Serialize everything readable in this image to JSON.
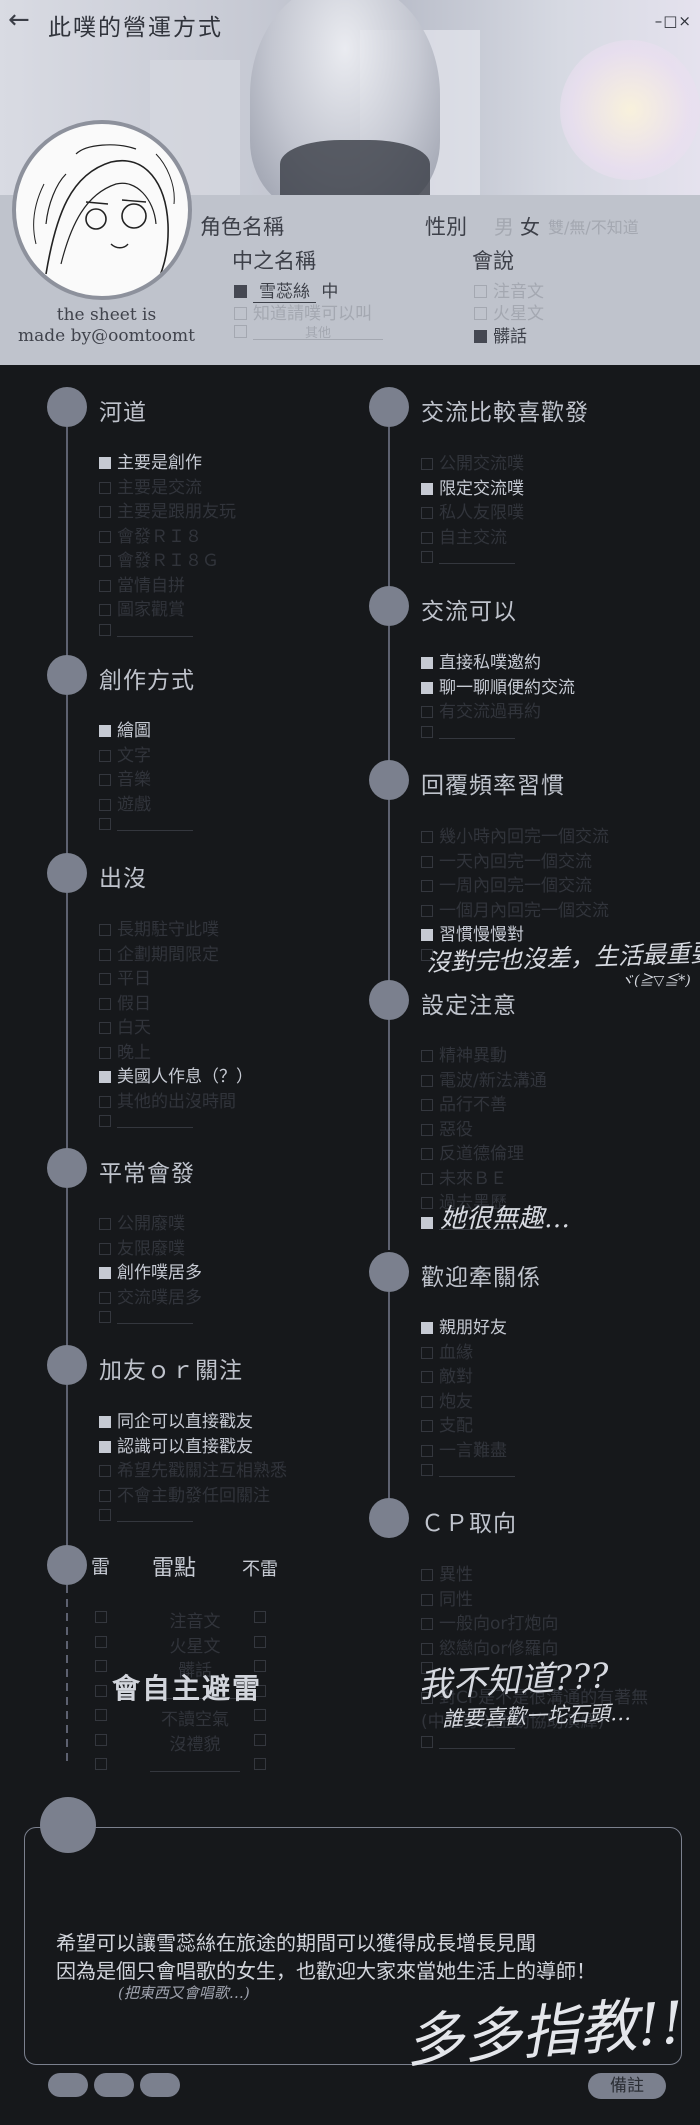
{
  "window": {
    "title": "此噗的營運方式",
    "back_icon": "←",
    "controls": "–□×"
  },
  "credit": {
    "line1": "the sheet is",
    "line2": "made by@oomtoomt"
  },
  "profile": {
    "char_name_label": "角色名稱",
    "chinese_name_label": "中之名稱",
    "chinese_name_value": "雪蕊絲",
    "chinese_name_suffix": "中",
    "hide_name": "知道請噗可以叫",
    "other_line": "其他",
    "gender_label": "性別",
    "gender_options": [
      "男",
      "女",
      "雙/無/不知道"
    ],
    "gender_selected": "女",
    "speak_label": "會說",
    "speak_options": [
      {
        "label": "注音文",
        "checked": false
      },
      {
        "label": "火星文",
        "checked": false
      },
      {
        "label": "髒話",
        "checked": true
      }
    ]
  },
  "sections_left": [
    {
      "title": "河道",
      "items": [
        {
          "label": "主要是創作",
          "checked": true
        },
        {
          "label": "主要是交流",
          "checked": false
        },
        {
          "label": "主要是跟朋友玩",
          "checked": false
        },
        {
          "label": "會發ＲＩ８",
          "checked": false
        },
        {
          "label": "會發ＲＩ８Ｇ",
          "checked": false
        },
        {
          "label": "當情自拼",
          "checked": false
        },
        {
          "label": "圖家觀賞",
          "checked": false
        },
        {
          "label": "",
          "checked": false,
          "blank": true
        }
      ]
    },
    {
      "title": "創作方式",
      "items": [
        {
          "label": "繪圖",
          "checked": true
        },
        {
          "label": "文字",
          "checked": false
        },
        {
          "label": "音樂",
          "checked": false
        },
        {
          "label": "遊戲",
          "checked": false
        },
        {
          "label": "",
          "checked": false,
          "blank": true
        }
      ]
    },
    {
      "title": "出沒",
      "items": [
        {
          "label": "長期駐守此噗",
          "checked": false
        },
        {
          "label": "企劃期間限定",
          "checked": false
        },
        {
          "label": "平日",
          "checked": false
        },
        {
          "label": "假日",
          "checked": false
        },
        {
          "label": "白天",
          "checked": false
        },
        {
          "label": "晚上",
          "checked": false
        },
        {
          "label": "美國人作息（？）",
          "checked": true
        },
        {
          "label": "其他的出沒時間",
          "checked": false
        },
        {
          "label": "",
          "checked": false,
          "blank": true
        }
      ]
    },
    {
      "title": "平常會發",
      "items": [
        {
          "label": "公開廢噗",
          "checked": false
        },
        {
          "label": "友限廢噗",
          "checked": false
        },
        {
          "label": "創作噗居多",
          "checked": true
        },
        {
          "label": "交流噗居多",
          "checked": false
        },
        {
          "label": "",
          "checked": false,
          "blank": true
        }
      ]
    },
    {
      "title": "加友ｏｒ關注",
      "items": [
        {
          "label": "同企可以直接戳友",
          "checked": true
        },
        {
          "label": "認識可以直接戳友",
          "checked": true
        },
        {
          "label": "希望先戳關注互相熟悉",
          "checked": false
        },
        {
          "label": "不會主動發任回關注",
          "checked": false
        },
        {
          "label": "",
          "checked": false,
          "blank": true
        }
      ]
    }
  ],
  "mine": {
    "title_left": "雷",
    "title_mid": "雷點",
    "title_right": "不雷",
    "rows": [
      "注音文",
      "火星文",
      "髒話",
      "",
      "不讀空氣",
      "沒禮貌",
      ""
    ],
    "big_label": "會自主避雷"
  },
  "sections_right": [
    {
      "title": "交流比較喜歡發",
      "items": [
        {
          "label": "公開交流噗",
          "checked": false
        },
        {
          "label": "限定交流噗",
          "checked": true
        },
        {
          "label": "私人友限噗",
          "checked": false
        },
        {
          "label": "自主交流",
          "checked": false
        },
        {
          "label": "",
          "checked": false,
          "blank": true
        }
      ]
    },
    {
      "title": "交流可以",
      "items": [
        {
          "label": "直接私噗邀約",
          "checked": true
        },
        {
          "label": "聊一聊順便約交流",
          "checked": true
        },
        {
          "label": "有交流過再約",
          "checked": false
        },
        {
          "label": "",
          "checked": false,
          "blank": true
        }
      ]
    },
    {
      "title": "回覆頻率習慣",
      "items": [
        {
          "label": "幾小時內回完一個交流",
          "checked": false
        },
        {
          "label": "一天內回完一個交流",
          "checked": false
        },
        {
          "label": "一周內回完一個交流",
          "checked": false
        },
        {
          "label": "一個月內回完一個交流",
          "checked": false
        },
        {
          "label": "習慣慢慢對",
          "checked": true
        },
        {
          "label": "",
          "checked": false,
          "blank": true
        }
      ]
    },
    {
      "title": "設定注意",
      "items": [
        {
          "label": "精神異動",
          "checked": false
        },
        {
          "label": "電波/新法溝通",
          "checked": false
        },
        {
          "label": "品行不善",
          "checked": false
        },
        {
          "label": "惡役",
          "checked": false
        },
        {
          "label": "反道德倫理",
          "checked": false
        },
        {
          "label": "未來ＢＥ",
          "checked": false
        },
        {
          "label": "過去黑歷",
          "checked": false
        },
        {
          "label": "",
          "checked": true,
          "blank": true
        }
      ]
    },
    {
      "title": "歡迎牽關係",
      "items": [
        {
          "label": "親朋好友",
          "checked": true
        },
        {
          "label": "血緣",
          "checked": false
        },
        {
          "label": "敵對",
          "checked": false
        },
        {
          "label": "炮友",
          "checked": false
        },
        {
          "label": "支配",
          "checked": false
        },
        {
          "label": "一言難盡",
          "checked": false
        },
        {
          "label": "",
          "checked": false,
          "blank": true
        }
      ]
    },
    {
      "title": "ＣＰ取向",
      "items": [
        {
          "label": "異性",
          "checked": false
        },
        {
          "label": "同性",
          "checked": false
        },
        {
          "label": "一般向or打炮向",
          "checked": false
        },
        {
          "label": "慾戀向or修羅向",
          "checked": false
        },
        {
          "label": "",
          "checked": false
        },
        {
          "label": "對CP是不是很溝通的有著無",
          "checked": false
        },
        {
          "label": "(中之可以主動協助演繹)",
          "checked": false,
          "nobox": true
        },
        {
          "label": "",
          "checked": false,
          "blank": true
        }
      ]
    }
  ],
  "handwriting": {
    "reply_note1": "沒對完也沒差，生活最重要",
    "reply_note2": "ヾ(≧▽≦*)",
    "setting_note": "她很無趣…",
    "cp_note1": "我不知道???",
    "cp_note2": "誰要喜歡一坨石頭…",
    "footnote": "(把東西又會唱歌…)",
    "signature": "多多指教!!"
  },
  "note": {
    "line1": "希望可以讓雪蕊絲在旅途的期間可以獲得成長增長見聞",
    "line2": "因為是個只會唱歌的女生，也歡迎大家來當她生活上的導師！"
  },
  "footer": {
    "remark_label": "備註"
  }
}
